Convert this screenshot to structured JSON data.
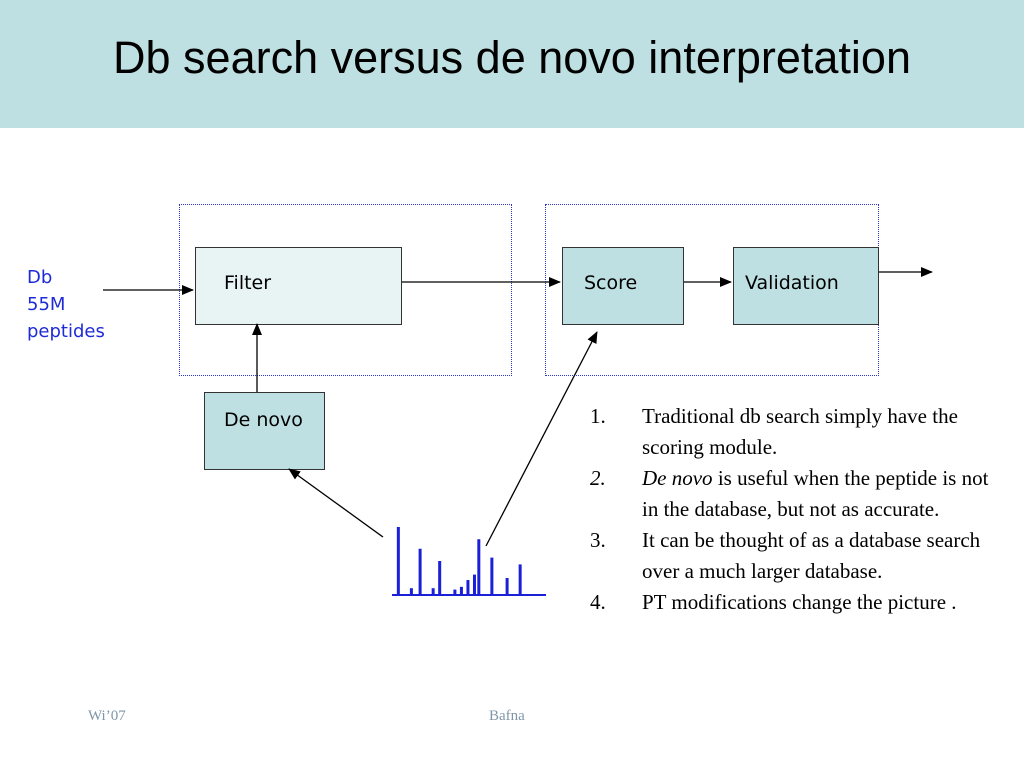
{
  "slide": {
    "title": "Db search versus de novo interpretation"
  },
  "diagram": {
    "input_label": [
      "Db",
      "55M",
      "peptides"
    ],
    "nodes": {
      "filter": "Filter",
      "score": "Score",
      "validation": "Validation",
      "de_novo": "De novo"
    },
    "spectrum_peaks": [
      {
        "mz": 1,
        "intensity": 1.0
      },
      {
        "mz": 4,
        "intensity": 0.1
      },
      {
        "mz": 6,
        "intensity": 0.68
      },
      {
        "mz": 9,
        "intensity": 0.1
      },
      {
        "mz": 10.5,
        "intensity": 0.5
      },
      {
        "mz": 14,
        "intensity": 0.08
      },
      {
        "mz": 15.5,
        "intensity": 0.12
      },
      {
        "mz": 17,
        "intensity": 0.22
      },
      {
        "mz": 18.5,
        "intensity": 0.3
      },
      {
        "mz": 19.5,
        "intensity": 0.82
      },
      {
        "mz": 22.5,
        "intensity": 0.55
      },
      {
        "mz": 26,
        "intensity": 0.25
      },
      {
        "mz": 29,
        "intensity": 0.45
      }
    ]
  },
  "notes": {
    "items": [
      {
        "num": "1.",
        "lead": "",
        "text": "Traditional db search simply have the scoring module."
      },
      {
        "num": "2.",
        "lead": "De novo",
        "text": " is useful when the peptide is not in the database, but not as accurate."
      },
      {
        "num": "3.",
        "lead": "",
        "text": "It can be thought of as a database search over a much larger database."
      },
      {
        "num": "4.",
        "lead": "",
        "text": "PT modifications change the picture ."
      }
    ]
  },
  "footer": {
    "left": "Wi’07",
    "center": "Bafna"
  },
  "colors": {
    "title_bg": "#bee0e2",
    "node_fill": "#bee0e2",
    "label_blue": "#1f2bd6",
    "spectrum_blue": "#1a1fd8"
  }
}
